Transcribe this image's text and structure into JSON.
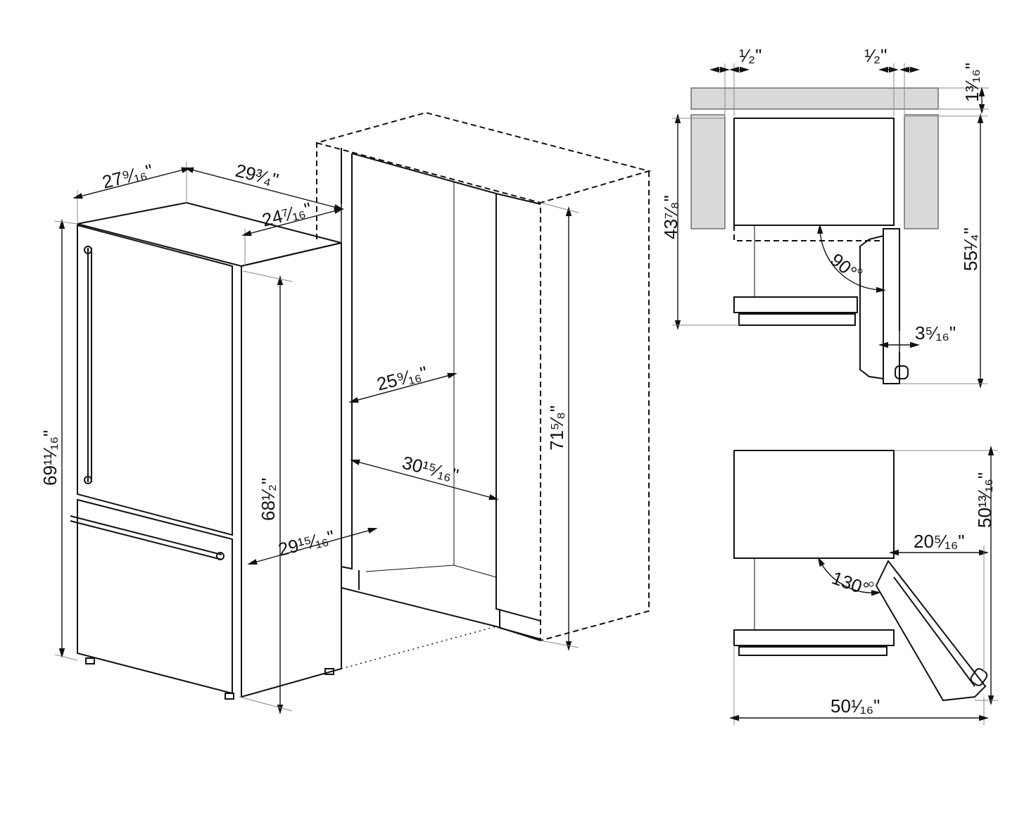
{
  "dimensions": {
    "width_27": "27⁹⁄₁₆\"",
    "depth_29_3_4": "29³⁄₄\"",
    "depth_24": "24⁷⁄₁₆\"",
    "height_69": "69¹¹⁄₁₆\"",
    "height_68": "68¹⁄₂\"",
    "door_open_29": "29¹⁵⁄₁₆\"",
    "niche_width": "25⁹⁄₁₆\"",
    "niche_depth": "30¹⁵⁄₁₆\"",
    "niche_height": "71⁵⁄₈\"",
    "gap_left": "¹⁄₂\"",
    "gap_right": "¹⁄₂\"",
    "recess": "1³⁄₁₆\"",
    "depth_43": "43⁷⁄₈\"",
    "depth_55": "55¹⁄₄\"",
    "angle_90": "90°",
    "door_clear": "3⁵⁄₁₆\"",
    "depth_50_13": "50¹³⁄₁₆\"",
    "door_20": "20⁵⁄₁₆\"",
    "angle_130": "130°",
    "width_50": "50¹⁄₁₆\""
  }
}
